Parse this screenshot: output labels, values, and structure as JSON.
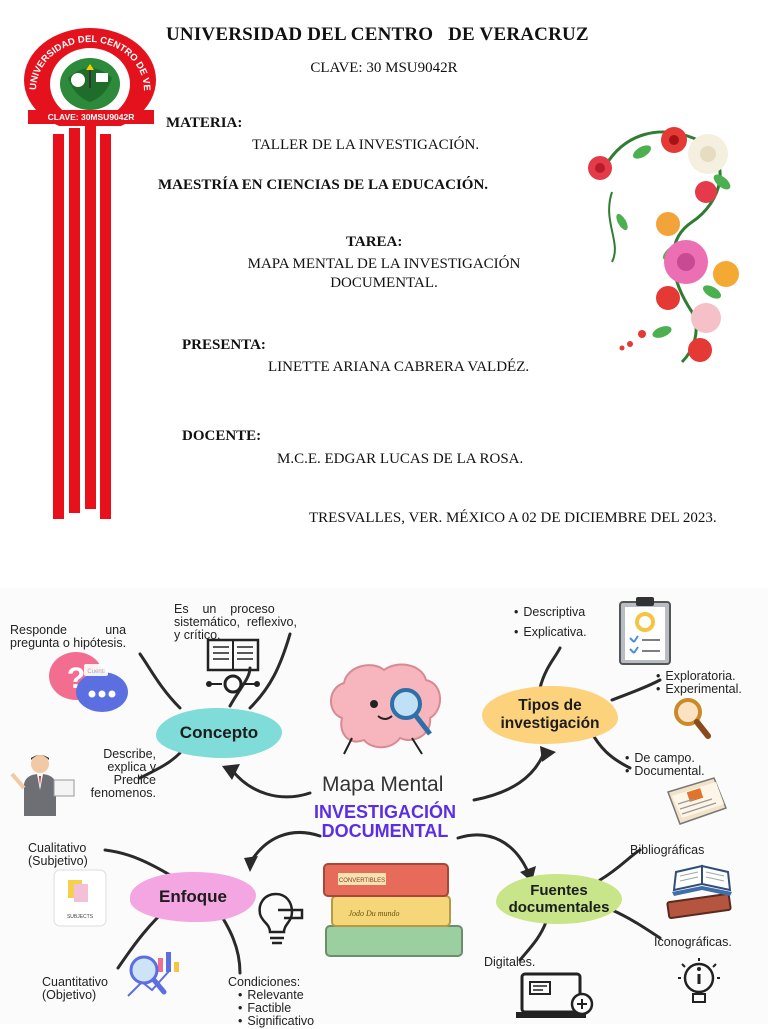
{
  "header": {
    "logo": {
      "ring_text": "UNIVERSIDAD DEL CENTRO DE VERACRUZ",
      "clave_text": "CLAVE: 30MSU9042R"
    },
    "university": "UNIVERSIDAD DEL CENTRO   DE VERACRUZ",
    "clave": "CLAVE: 30 MSU9042R"
  },
  "cover": {
    "materia_label": "MATERIA:",
    "materia_value": "TALLER DE LA INVESTIGACIÓN.",
    "program": "MAESTRÍA EN  CIENCIAS  DE LA EDUCACIÓN.",
    "tarea_label": "TAREA:",
    "tarea_line1": "MAPA MENTAL DE LA INVESTIGACIÓN",
    "tarea_line2": "DOCUMENTAL.",
    "presenta_label": "PRESENTA:",
    "presenta_value": "LINETTE ARIANA CABRERA VALDÉZ.",
    "docente_label": "DOCENTE:",
    "docente_value": "M.C.E. EDGAR LUCAS DE LA ROSA.",
    "place_date": "TRESVALLES, VER. MÉXICO A 02 DE DICIEMBRE DEL 2023."
  },
  "colors": {
    "stripe_red": "#e8101b",
    "concepto": "#7fdcd8",
    "tipos": "#fcd27c",
    "enfoque": "#f4a6e2",
    "fuentes": "#c8e58a",
    "title_purple": "#5b2ee6"
  },
  "mindmap": {
    "title_small": "Mapa Mental",
    "title_line1": "INVESTIGACIÓN",
    "title_line2": "DOCUMENTAL",
    "concepto": {
      "label": "Concepto",
      "def": [
        "Es    un    proceso",
        "sistemático,  reflexivo,",
        "y crítico."
      ],
      "responde": [
        "Responde           una",
        "pregunta o hipótesis."
      ],
      "describe": [
        "Describe,",
        "explica y",
        "Predice",
        "fenomenos."
      ]
    },
    "tipos": {
      "label1": "Tipos de",
      "label2": "investigación",
      "a": [
        "Descriptiva",
        "Explicativa."
      ],
      "b": [
        "Exploratoria.",
        "Experimental."
      ],
      "c": [
        "De campo.",
        "Documental."
      ]
    },
    "enfoque": {
      "label": "Enfoque",
      "cual": [
        "Cualitativo",
        "(Subjetivo)"
      ],
      "cuan": [
        "Cuantitativo",
        "(Objetivo)"
      ],
      "cond_title": "Condiciones:",
      "cond": [
        "Relevante",
        "Factible",
        "Significativo"
      ]
    },
    "fuentes": {
      "label1": "Fuentes",
      "label2": "documentales",
      "biblio": "Bibliográficas",
      "icono": "Iconográficas.",
      "digi": "Digitales."
    },
    "icon_texts": {
      "question_card": "Cuenti",
      "subjects_card": "SUBJECTS",
      "book1": "CONVERTIBLES",
      "book2": "Jodo Du mundo"
    }
  }
}
